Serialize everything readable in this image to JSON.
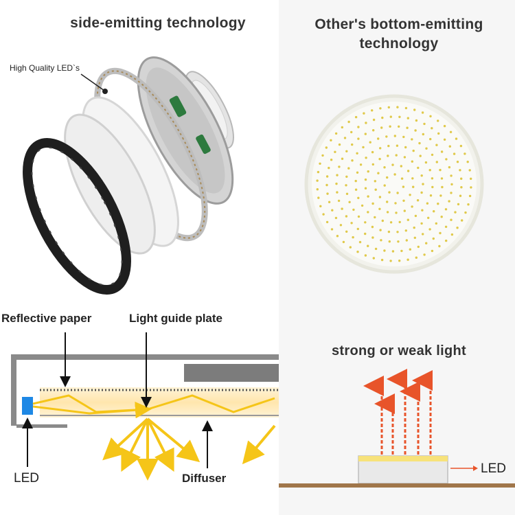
{
  "side_panel": {
    "title": "side-emitting technology",
    "led_label": "High Quality LED`s"
  },
  "bottom_panel": {
    "title": "Other's bottom-emitting technology"
  },
  "diagram": {
    "reflective_label": "Reflective paper",
    "guide_label": "Light guide plate",
    "led_label": "LED",
    "diffuser_label": "Diffuser"
  },
  "strength": {
    "title": "strong or weak light",
    "led_label": "LED"
  },
  "colors": {
    "accent_yellow": "#f5c518",
    "frame_gray": "#8a8a8a",
    "led_blue": "#1e88e5",
    "arrow_red": "#e8542a",
    "ground": "#a0764a"
  }
}
